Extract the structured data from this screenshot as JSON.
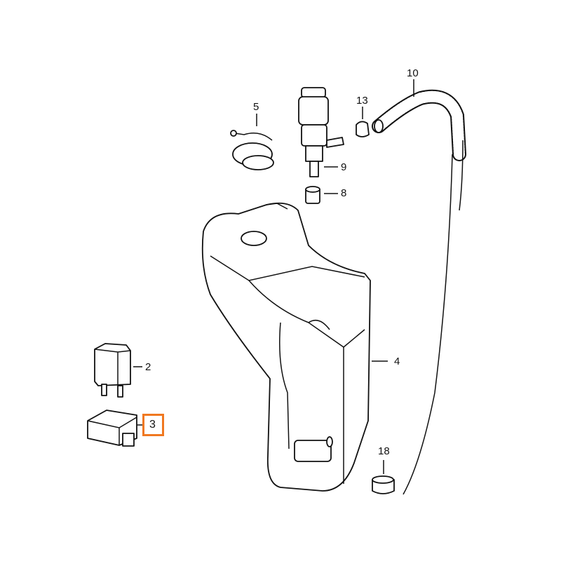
{
  "diagram": {
    "labels": {
      "p2": "2",
      "p3": "3",
      "p4": "4",
      "p5": "5",
      "p8": "8",
      "p9": "9",
      "p10": "10",
      "p13": "13",
      "p18": "18"
    },
    "highlight": {
      "part": "3",
      "color": "#f07820"
    }
  }
}
